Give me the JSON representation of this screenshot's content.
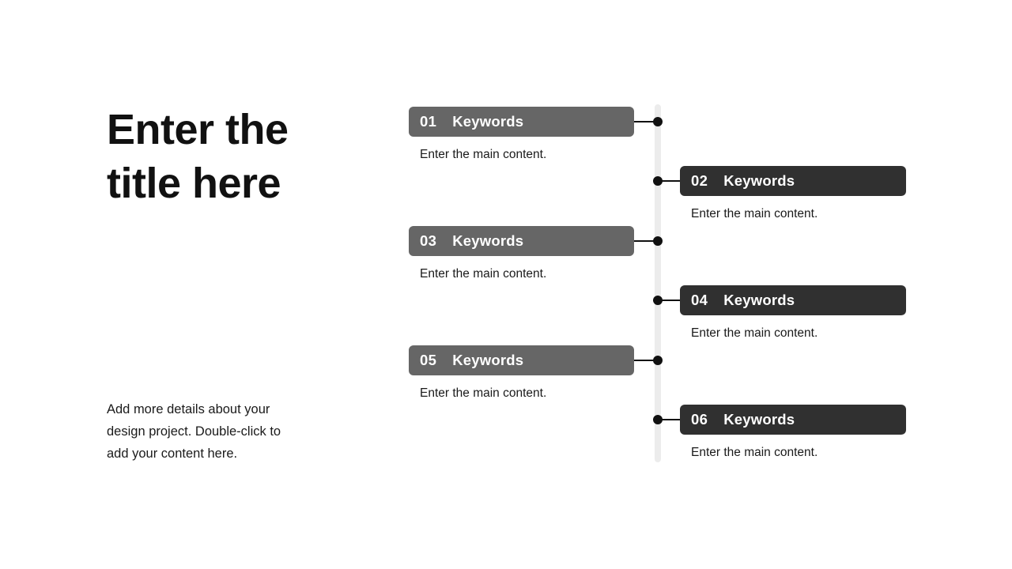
{
  "slide": {
    "title": "Enter the\ntitle here",
    "description": "Add more details about your design project. Double-click to add your content here.",
    "background_color": "#ffffff",
    "spine_color": "#ececec",
    "connector_color": "#111111",
    "left_bar_color": "#666666",
    "right_bar_color": "#303030"
  },
  "timeline": {
    "items": [
      {
        "number": "01",
        "label": "Keywords",
        "content": "Enter the main content.",
        "side": "left"
      },
      {
        "number": "02",
        "label": "Keywords",
        "content": "Enter the main content.",
        "side": "right"
      },
      {
        "number": "03",
        "label": "Keywords",
        "content": "Enter the main content.",
        "side": "left"
      },
      {
        "number": "04",
        "label": "Keywords",
        "content": "Enter the main content.",
        "side": "right"
      },
      {
        "number": "05",
        "label": "Keywords",
        "content": "Enter the main content.",
        "side": "left"
      },
      {
        "number": "06",
        "label": "Keywords",
        "content": "Enter the main content.",
        "side": "right"
      }
    ]
  }
}
